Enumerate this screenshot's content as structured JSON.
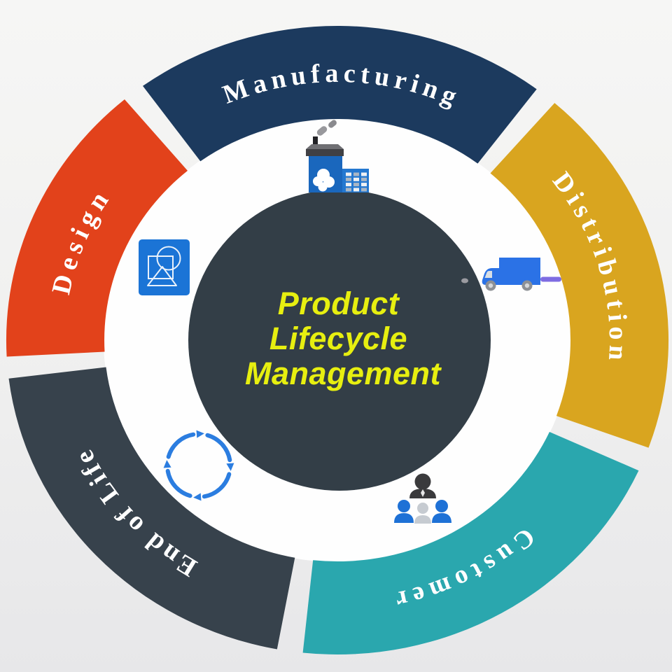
{
  "title": "Product Lifecycle Management",
  "background": {
    "gradient_top": "#f6f6f5",
    "gradient_bottom": "#e7e7e9",
    "ring_fill": "#fefefe"
  },
  "center": {
    "circle_color": "#333e47",
    "text_color": "#e7ef10",
    "lines": [
      "Product",
      "Lifecycle",
      "Management"
    ]
  },
  "label_color": "#ffffff",
  "segments": [
    {
      "id": "manufacturing",
      "label": "Manufacturing",
      "color": "#1c3a5e",
      "start_deg": -36,
      "end_deg": 37,
      "label_mid_deg": 1,
      "label_arc_len": 330,
      "font_size": 38,
      "icon": "factory-icon"
    },
    {
      "id": "distribution",
      "label": "Distribution",
      "color": "#d9a51f",
      "start_deg": 41,
      "end_deg": 110,
      "label_mid_deg": 74,
      "label_arc_len": 275,
      "font_size": 38,
      "icon": "truck-icon"
    },
    {
      "id": "customer",
      "label": "Customer",
      "color": "#2aa7ae",
      "start_deg": 114.5,
      "end_deg": 186,
      "label_mid_deg": 152,
      "label_arc_len": 212,
      "font_size": 37,
      "icon": "customers-icon"
    },
    {
      "id": "end-of-life",
      "label": "End of Life",
      "color": "#37424c",
      "start_deg": 190.5,
      "end_deg": 263,
      "label_mid_deg": 229,
      "label_arc_len": 228,
      "font_size": 38,
      "icon": "recycle-icon"
    },
    {
      "id": "design",
      "label": "Design",
      "color": "#e2421b",
      "start_deg": 267,
      "end_deg": 320,
      "label_mid_deg": 291.5,
      "label_arc_len": 150,
      "font_size": 38,
      "icon": "design-icon"
    }
  ],
  "icon_colors": {
    "factory_blue": "#1a67bd",
    "annex_blue": "#2478d0",
    "truck_blue": "#2b72e6",
    "recycle_blue": "#2b7de0",
    "design_blue": "#1b74d6",
    "person_dark": "#3a3a3c",
    "person_gray": "#c6cbd1",
    "speedline_purple": "#7e6ce2",
    "roof_gray": "#404044"
  }
}
